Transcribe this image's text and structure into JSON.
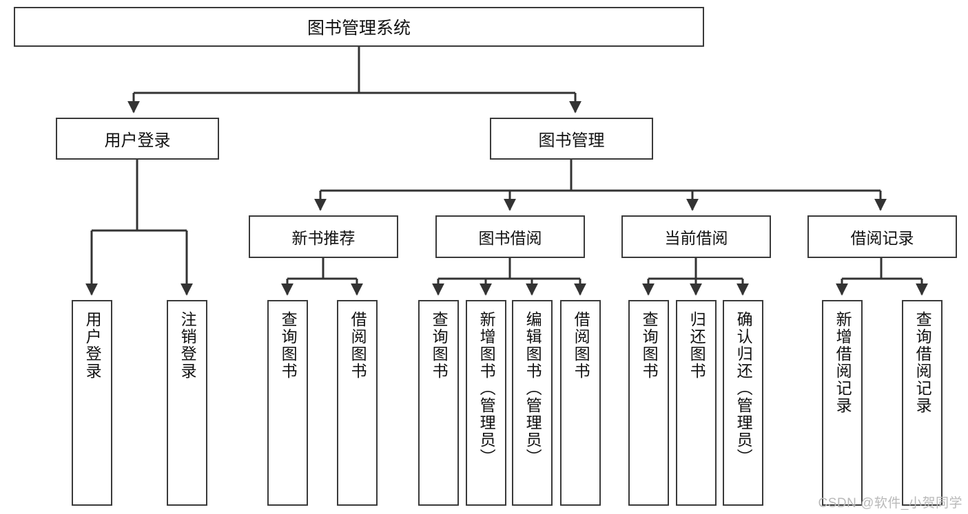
{
  "diagram": {
    "title": "图书管理系统",
    "type": "tree-hierarchy",
    "levels": 4,
    "colors": {
      "background": "#ffffff",
      "node_border": "#3a3a3a",
      "node_fill": "#ffffff",
      "text": "#111111",
      "edge": "#333333",
      "watermark": "#b9b9b9"
    },
    "root": {
      "label": "图书管理系统"
    },
    "level2": [
      {
        "label": "用户登录"
      },
      {
        "label": "图书管理"
      }
    ],
    "level3": [
      {
        "label": "新书推荐"
      },
      {
        "label": "图书借阅"
      },
      {
        "label": "当前借阅"
      },
      {
        "label": "借阅记录"
      }
    ],
    "leaves": {
      "user_login": [
        {
          "label": "用户登录"
        },
        {
          "label": "注销登录"
        }
      ],
      "new_book_recommend": [
        {
          "label": "查询图书"
        },
        {
          "label": "借阅图书"
        }
      ],
      "book_borrow": [
        {
          "label": "查询图书"
        },
        {
          "label": "新增图书（管理员）"
        },
        {
          "label": "编辑图书（管理员）"
        },
        {
          "label": "借阅图书"
        }
      ],
      "current_borrow": [
        {
          "label": "查询图书"
        },
        {
          "label": "归还图书"
        },
        {
          "label": "确认归还（管理员）"
        }
      ],
      "borrow_record": [
        {
          "label": "新增借阅记录"
        },
        {
          "label": "查询借阅记录"
        }
      ]
    }
  },
  "watermark": {
    "text": "CSDN @软件_小贺同学"
  }
}
